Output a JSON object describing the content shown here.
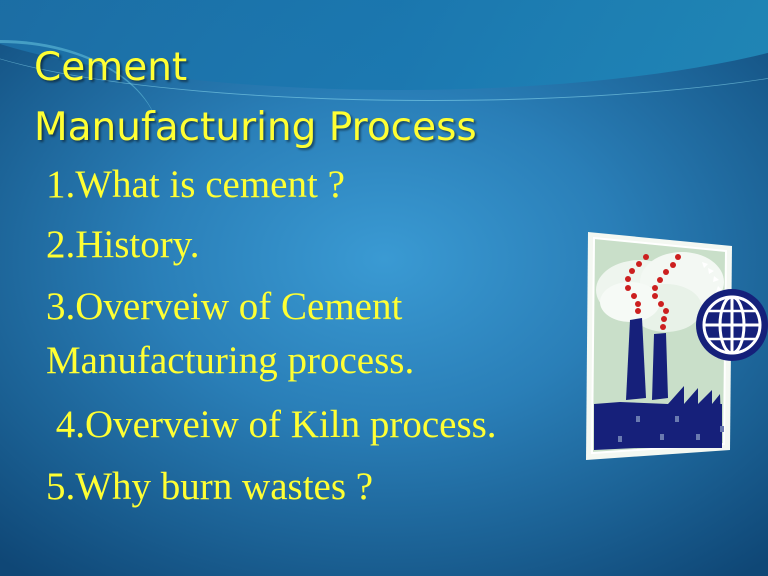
{
  "slide": {
    "title_line1": "Cement",
    "title_line2": "Manufacturing Process",
    "agenda": [
      {
        "label": "1.What is cement ?"
      },
      {
        "label": "2.History."
      },
      {
        "label": "3.Overveiw of Cement"
      },
      {
        "label": "Manufacturing process."
      },
      {
        "label": " 4.Overveiw of Kiln process."
      },
      {
        "label": "5.Why burn wastes ?"
      }
    ],
    "clipart": {
      "icon": "factory-smokestack-globe-icon",
      "colors": {
        "factory": "#16207a",
        "frame": "#c9dfc9",
        "smoke_dots": "#cc1f1f",
        "globe": "#15207a"
      }
    },
    "colors": {
      "text": "#ffff33",
      "bg_center": "#3a9ad3",
      "bg_edge": "#0f4776"
    }
  }
}
